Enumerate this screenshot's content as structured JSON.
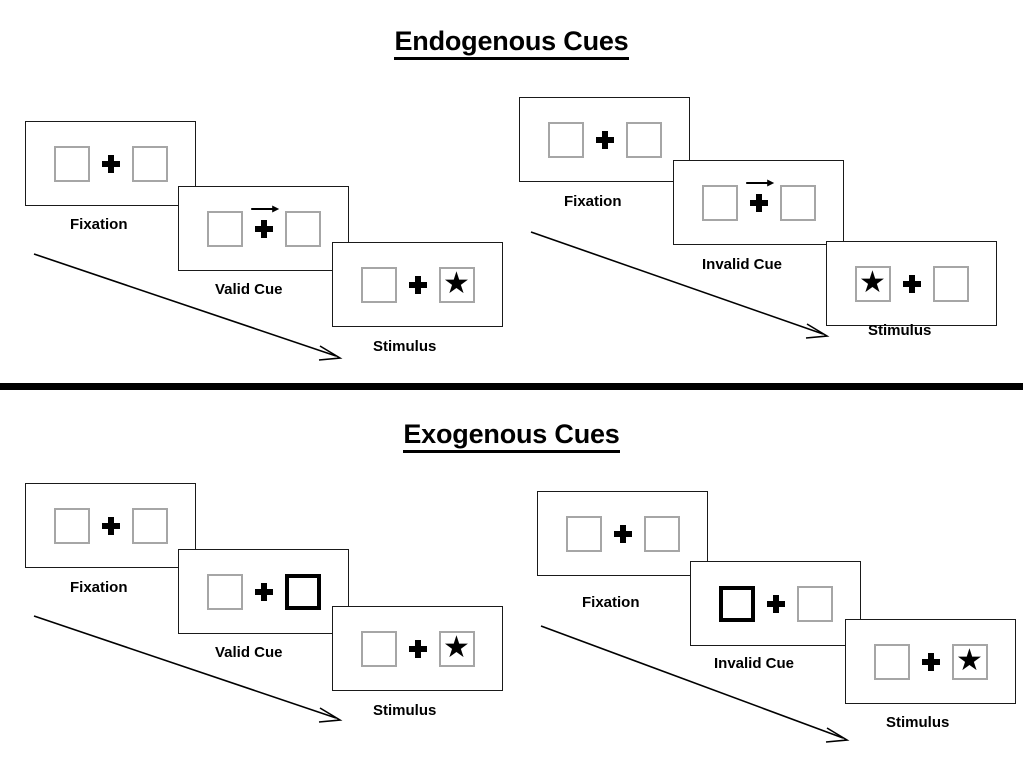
{
  "sections": [
    {
      "id": "endogenous",
      "title": "Endogenous Cues",
      "columns": [
        {
          "id": "endogenous-valid",
          "frames": [
            {
              "id": "fixation",
              "caption": "Fixation",
              "left_box": "empty",
              "right_box": "empty",
              "cue": "none",
              "cue_arrow": "none"
            },
            {
              "id": "valid-cue",
              "caption": "Valid Cue",
              "left_box": "empty",
              "right_box": "empty",
              "cue": "arrow",
              "cue_arrow": "right-arrow-icon"
            },
            {
              "id": "stimulus",
              "caption": "Stimulus",
              "left_box": "empty",
              "right_box": "star",
              "cue": "none",
              "cue_arrow": "none"
            }
          ]
        },
        {
          "id": "endogenous-invalid",
          "frames": [
            {
              "id": "fixation",
              "caption": "Fixation",
              "left_box": "empty",
              "right_box": "empty",
              "cue": "none",
              "cue_arrow": "none"
            },
            {
              "id": "invalid-cue",
              "caption": "Invalid Cue",
              "left_box": "empty",
              "right_box": "empty",
              "cue": "arrow",
              "cue_arrow": "right-arrow-icon"
            },
            {
              "id": "stimulus",
              "caption": "Stimulus",
              "left_box": "star",
              "right_box": "empty",
              "cue": "none",
              "cue_arrow": "none"
            }
          ]
        }
      ]
    },
    {
      "id": "exogenous",
      "title": "Exogenous Cues",
      "columns": [
        {
          "id": "exogenous-valid",
          "frames": [
            {
              "id": "fixation",
              "caption": "Fixation",
              "left_box": "empty",
              "right_box": "empty",
              "cue": "none",
              "cue_arrow": "none"
            },
            {
              "id": "valid-cue",
              "caption": "Valid Cue",
              "left_box": "empty",
              "right_box": "highlighted",
              "cue": "box-flash",
              "cue_arrow": "none"
            },
            {
              "id": "stimulus",
              "caption": "Stimulus",
              "left_box": "empty",
              "right_box": "star",
              "cue": "none",
              "cue_arrow": "none"
            }
          ]
        },
        {
          "id": "exogenous-invalid",
          "frames": [
            {
              "id": "fixation",
              "caption": "Fixation",
              "left_box": "empty",
              "right_box": "empty",
              "cue": "none",
              "cue_arrow": "none"
            },
            {
              "id": "invalid-cue",
              "caption": "Invalid Cue",
              "left_box": "highlighted",
              "right_box": "empty",
              "cue": "box-flash",
              "cue_arrow": "none"
            },
            {
              "id": "stimulus",
              "caption": "Stimulus",
              "left_box": "empty",
              "right_box": "star",
              "cue": "none",
              "cue_arrow": "none"
            }
          ]
        }
      ]
    }
  ],
  "glyphs": {
    "star": "★",
    "fixation_cross": "cross-icon",
    "time_arrow": "time-arrow-icon"
  },
  "colors": {
    "ink": "#000000",
    "frame_border": "#1a1a1a",
    "box_border": "#a6a6a6",
    "cued_box_border": "#000000",
    "background": "#ffffff"
  }
}
